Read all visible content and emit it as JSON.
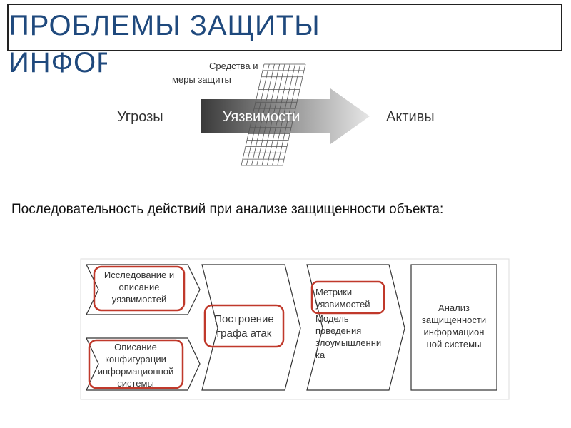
{
  "title": {
    "line1": "ПРОБЛЕМЫ ЗАЩИТЫ",
    "line2": "ИНФОРМАЦИИ"
  },
  "figure": {
    "protection_line1": "Средства и",
    "protection_line2": "меры защиты",
    "threats": "Угрозы",
    "vulnerabilities": "Уязвимости",
    "assets": "Активы"
  },
  "intro": "Последовательность действий при анализе защищенности объекта:",
  "flow": {
    "research": [
      "Исследование и",
      "описание",
      "уязвимостей"
    ],
    "config": [
      "Описание",
      "конфигурации",
      "информационной",
      "системы"
    ],
    "graph": [
      "Построение",
      "графа атак"
    ],
    "metrics": [
      "Метрики",
      "уязвимостей"
    ],
    "model": [
      "Модель",
      "поведения",
      "злоумышленни",
      "ка"
    ],
    "analysis": [
      "Анализ",
      "защищенности",
      "информацион",
      "ной системы"
    ]
  },
  "colors": {
    "title": "#1f497d",
    "highlight": "#c0392b",
    "arrow_dark": "#3a3a3a",
    "arrow_light": "#e6e6e6"
  }
}
